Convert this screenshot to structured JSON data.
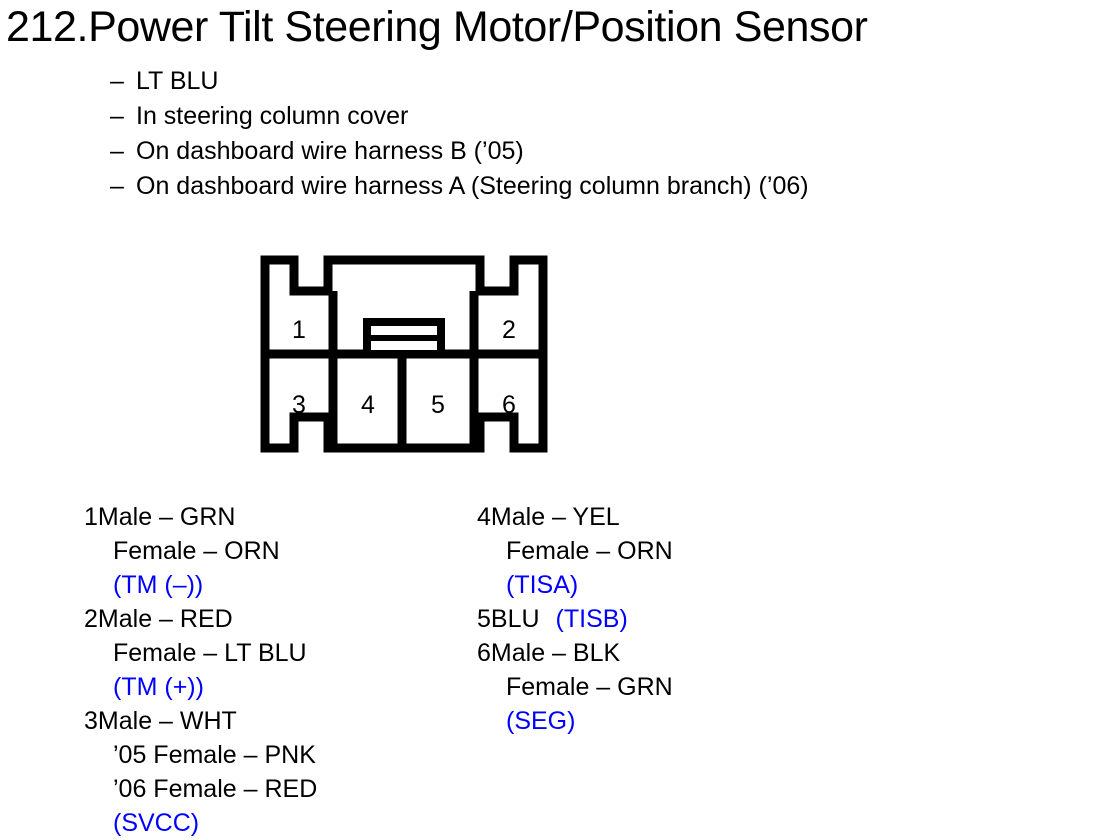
{
  "title": "212.Power Tilt Steering Motor/Position Sensor",
  "description": {
    "dash": "–",
    "items": [
      "LT BLU",
      "In steering column cover",
      "On dashboard wire harness B (’05)",
      "On dashboard wire harness A (Steering column branch) (’06)"
    ]
  },
  "connector": {
    "top_row_pins": [
      "1",
      "2"
    ],
    "bottom_row_pins": [
      "3",
      "4",
      "5",
      "6"
    ],
    "pin_count": 6,
    "outline_color": "#000000",
    "body_color": "#ffffff"
  },
  "legend": {
    "signal_color": "#0000ff",
    "left_column": [
      {
        "pin": "1",
        "lines": [
          {
            "text": "Male – GRN",
            "indent": false,
            "signal": false
          },
          {
            "text": "Female – ORN",
            "indent": true,
            "signal": false
          },
          {
            "text": "(TM (–))",
            "indent": true,
            "signal": true
          }
        ]
      },
      {
        "pin": "2",
        "lines": [
          {
            "text": "Male – RED",
            "indent": false,
            "signal": false
          },
          {
            "text": "Female – LT BLU",
            "indent": true,
            "signal": false
          },
          {
            "text": "(TM (+))",
            "indent": true,
            "signal": true
          }
        ]
      },
      {
        "pin": "3",
        "lines": [
          {
            "text": "Male – WHT",
            "indent": false,
            "signal": false
          },
          {
            "text": "’05 Female – PNK",
            "indent": true,
            "signal": false
          },
          {
            "text": "’06 Female – RED",
            "indent": true,
            "signal": false
          },
          {
            "text": "(SVCC)",
            "indent": true,
            "signal": true
          }
        ]
      }
    ],
    "right_column": [
      {
        "pin": "4",
        "lines": [
          {
            "text": "Male – YEL",
            "indent": false,
            "signal": false
          },
          {
            "text": "Female – ORN",
            "indent": true,
            "signal": false
          },
          {
            "text": "(TISA)",
            "indent": true,
            "signal": true
          }
        ]
      },
      {
        "pin": "5",
        "inline_signal": true,
        "lines": [
          {
            "text": "BLU",
            "indent": false,
            "signal": false
          },
          {
            "text": "(TISB)",
            "indent": false,
            "signal": true
          }
        ]
      },
      {
        "pin": "6",
        "lines": [
          {
            "text": "Male – BLK",
            "indent": false,
            "signal": false
          },
          {
            "text": "Female – GRN",
            "indent": true,
            "signal": false
          },
          {
            "text": "(SEG)",
            "indent": true,
            "signal": true
          }
        ]
      }
    ]
  }
}
